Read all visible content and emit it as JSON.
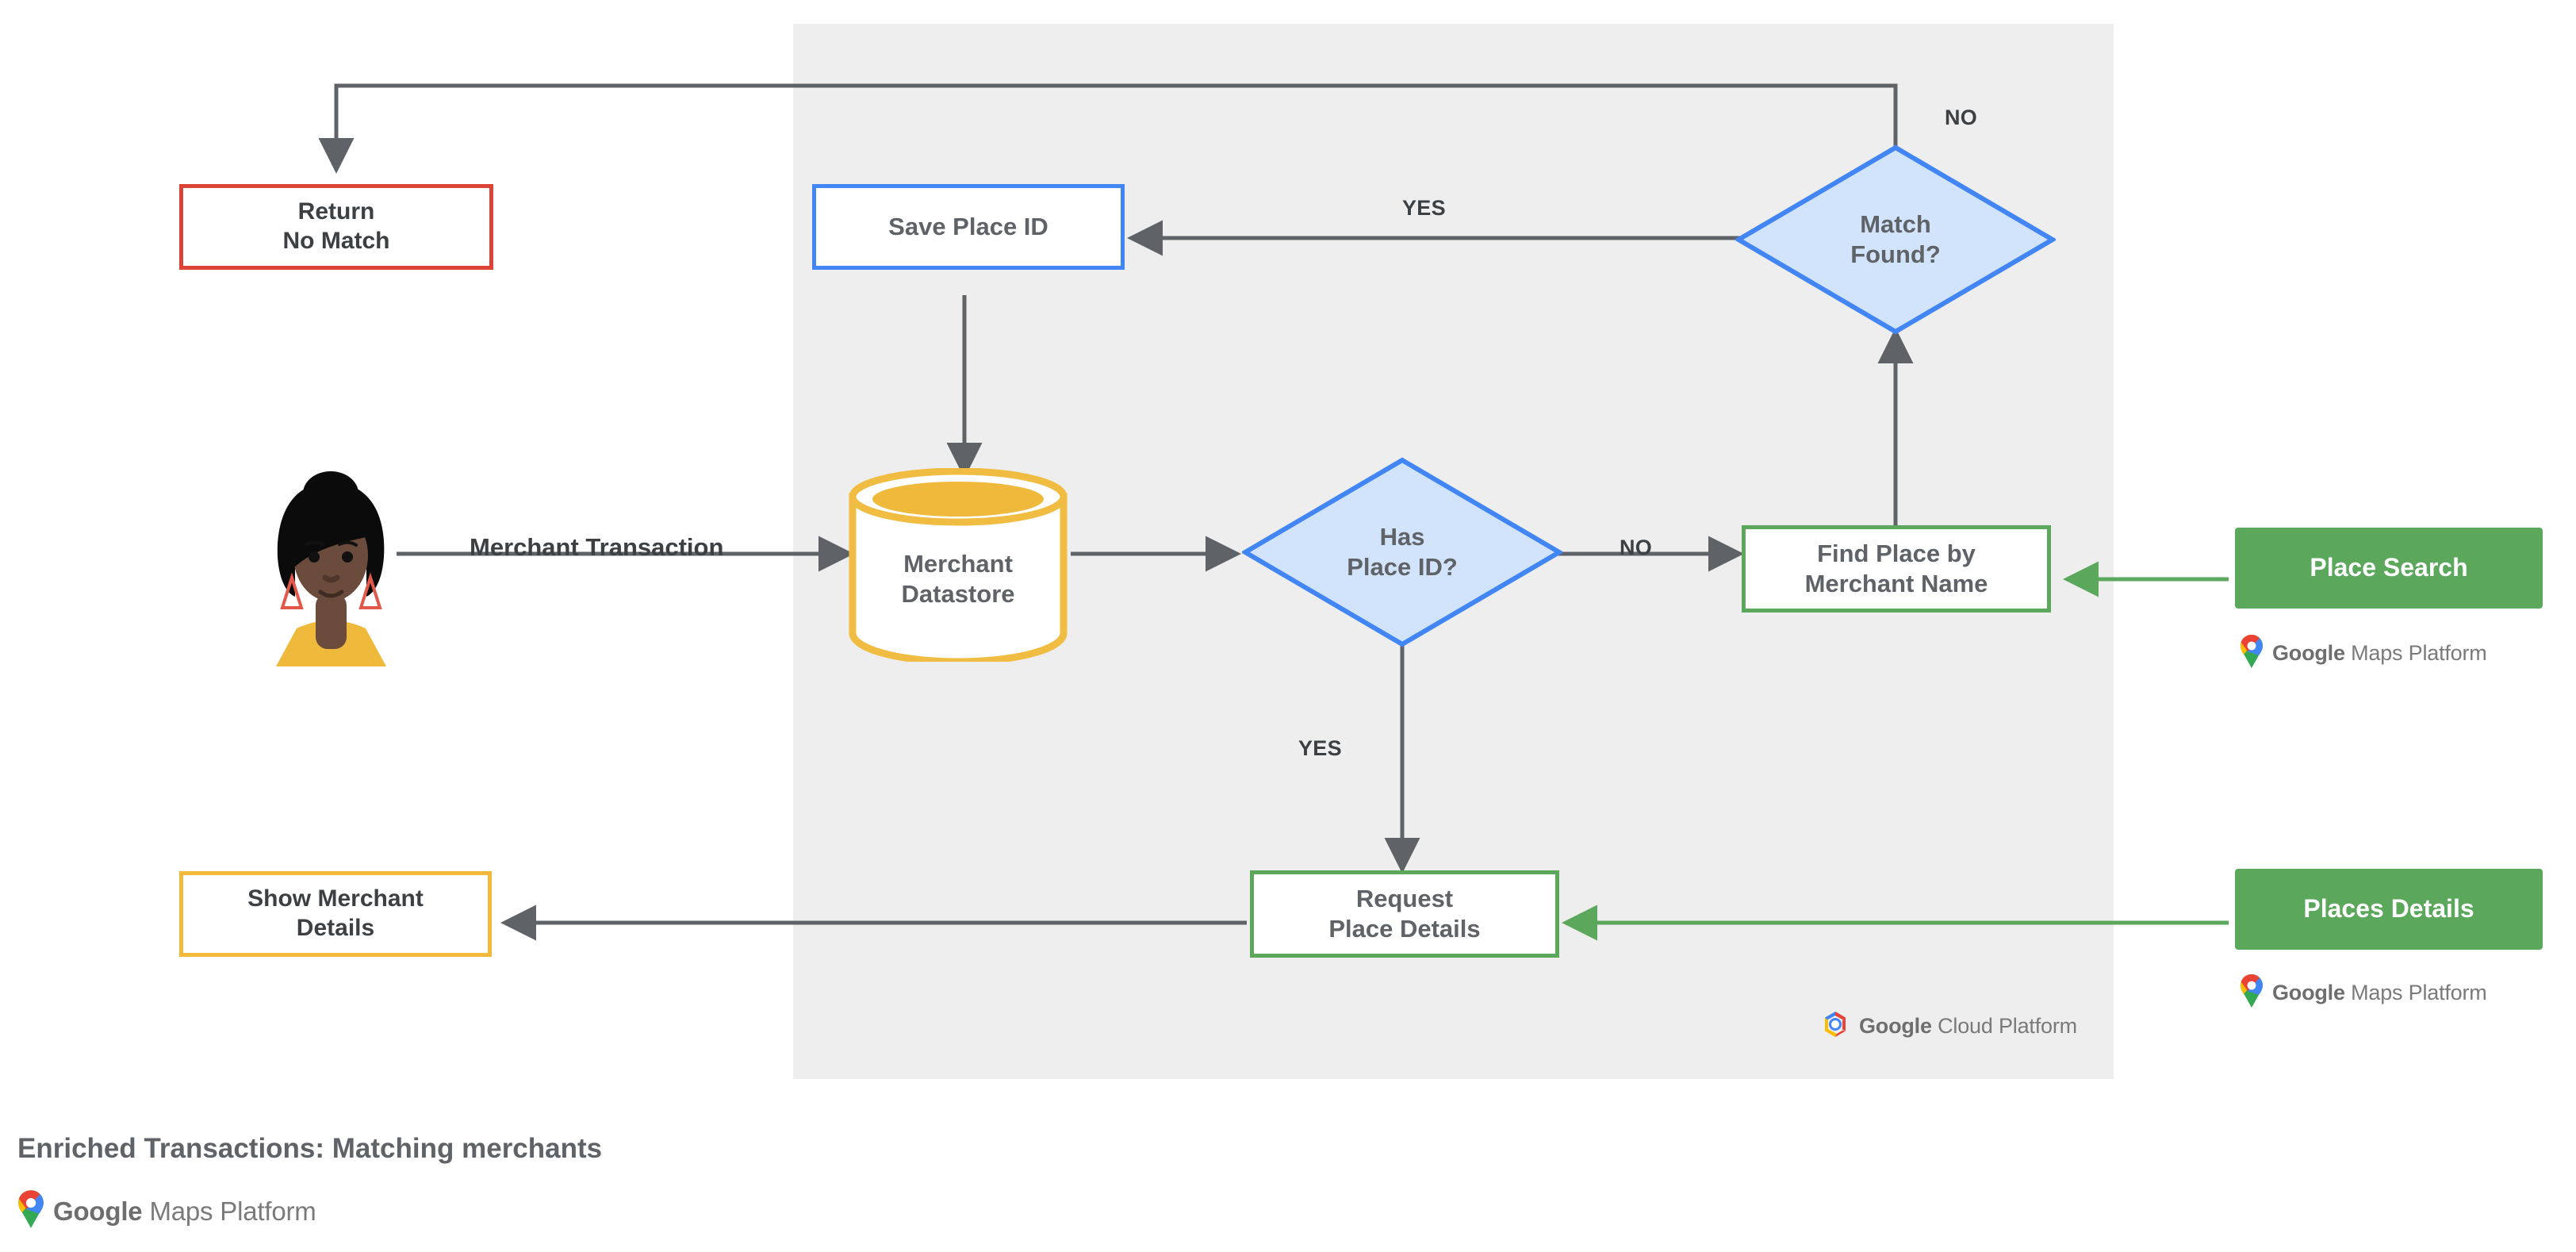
{
  "diagram": {
    "caption": "Enriched Transactions: Matching merchants",
    "panel_label": "Google Cloud Platform",
    "colors": {
      "panel_bg": "#eeeeee",
      "red": "#DB4437",
      "blue": "#4285F4",
      "blue_fill": "#D2E3FC",
      "green": "#5BA75C",
      "yellow": "#F2B93B",
      "edge": "#5F6368",
      "text": "#3C4043"
    },
    "nodes": {
      "return_no_match": "Return\nNo Match",
      "save_place_id": "Save Place ID",
      "match_found": "Match\nFound?",
      "merchant_datastore": "Merchant\nDatastore",
      "has_place_id": "Has\nPlace ID?",
      "find_place_by_merchant_name": "Find Place by\nMerchant Name",
      "place_search": "Place Search",
      "request_place_details": "Request\nPlace Details",
      "places_details": "Places Details",
      "show_merchant_details": "Show Merchant\nDetails"
    },
    "edge_labels": {
      "merchant_transaction": "Merchant Transaction",
      "match_found_no": "NO",
      "match_found_yes": "YES",
      "has_place_id_no": "NO",
      "has_place_id_yes": "YES"
    },
    "logos": {
      "google": "Google",
      "maps_platform": "Maps Platform",
      "cloud_platform": "Cloud Platform"
    },
    "icons": {
      "actor": "user-avatar-icon",
      "maps_pin": "google-maps-pin-icon",
      "cloud_hex": "google-cloud-hexagon-icon",
      "datastore": "database-cylinder-icon"
    }
  }
}
